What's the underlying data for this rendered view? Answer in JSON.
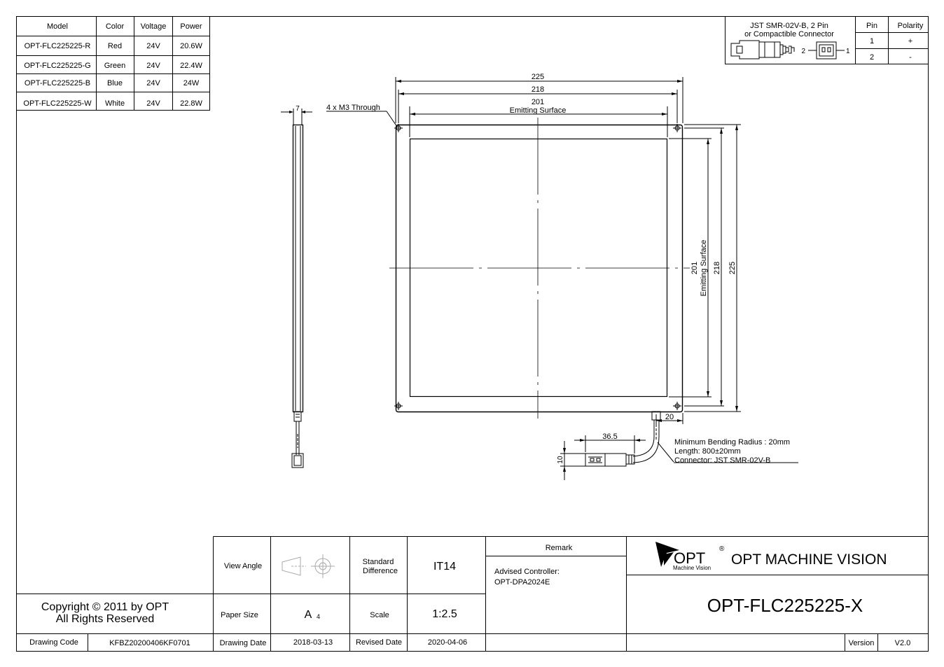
{
  "spec_table": {
    "headers": [
      "Model",
      "Color",
      "Voltage",
      "Power"
    ],
    "rows": [
      [
        "OPT-FLC225225-R",
        "Red",
        "24V",
        "20.6W"
      ],
      [
        "OPT-FLC225225-G",
        "Green",
        "24V",
        "22.4W"
      ],
      [
        "OPT-FLC225225-B",
        "Blue",
        "24V",
        "24W"
      ],
      [
        "OPT-FLC225225-W",
        "White",
        "24V",
        "22.8W"
      ]
    ]
  },
  "connector_table": {
    "title_line1": "JST SMR-02V-B, 2 Pin",
    "title_line2": "or Compactible Connector",
    "pin_label_a": "2",
    "pin_label_b": "1",
    "headers": [
      "Pin",
      "Polarity"
    ],
    "rows": [
      [
        "1",
        "+"
      ],
      [
        "2",
        "-"
      ]
    ]
  },
  "drawing": {
    "dim_side_thickness": "7",
    "holes_note": "4 x M3 Through",
    "dim_outer": "225",
    "dim_hole_pitch": "218",
    "dim_emitting": "201",
    "emitting_label": "Emitting Surface",
    "dim_cable_offset": "20",
    "dim_cable_length": "36.5",
    "dim_connector_height": "10",
    "cable_note_1": "Minimum Bending Radius : 20mm",
    "cable_note_2": "Length: 800±20mm",
    "cable_note_3": "Connector: JST SMR-02V-B"
  },
  "title_block": {
    "copyright_line1": "Copyright © 2011 by OPT",
    "copyright_line2": "All Rights Reserved",
    "drawing_code_label": "Drawing Code",
    "drawing_code": "KFBZ20200406KF0701",
    "view_angle_label": "View Angle",
    "standard_diff_label_1": "Standard",
    "standard_diff_label_2": "Difference",
    "standard_diff": "IT14",
    "paper_size_label": "Paper Size",
    "paper_size": "A",
    "paper_size_sub": "4",
    "scale_label": "Scale",
    "scale": "1:2.5",
    "drawing_date_label": "Drawing Date",
    "drawing_date": "2018-03-13",
    "revised_date_label": "Revised Date",
    "revised_date": "2020-04-06",
    "remark_label": "Remark",
    "remark_line1": "Advised Controller:",
    "remark_line2": "OPT-DPA2024E",
    "logo_text": "OPT",
    "logo_registered": "®",
    "logo_sub": "Machine Vision",
    "company": "OPT MACHINE VISION",
    "product": "OPT-FLC225225-X",
    "version_label": "Version",
    "version": "V2.0"
  }
}
